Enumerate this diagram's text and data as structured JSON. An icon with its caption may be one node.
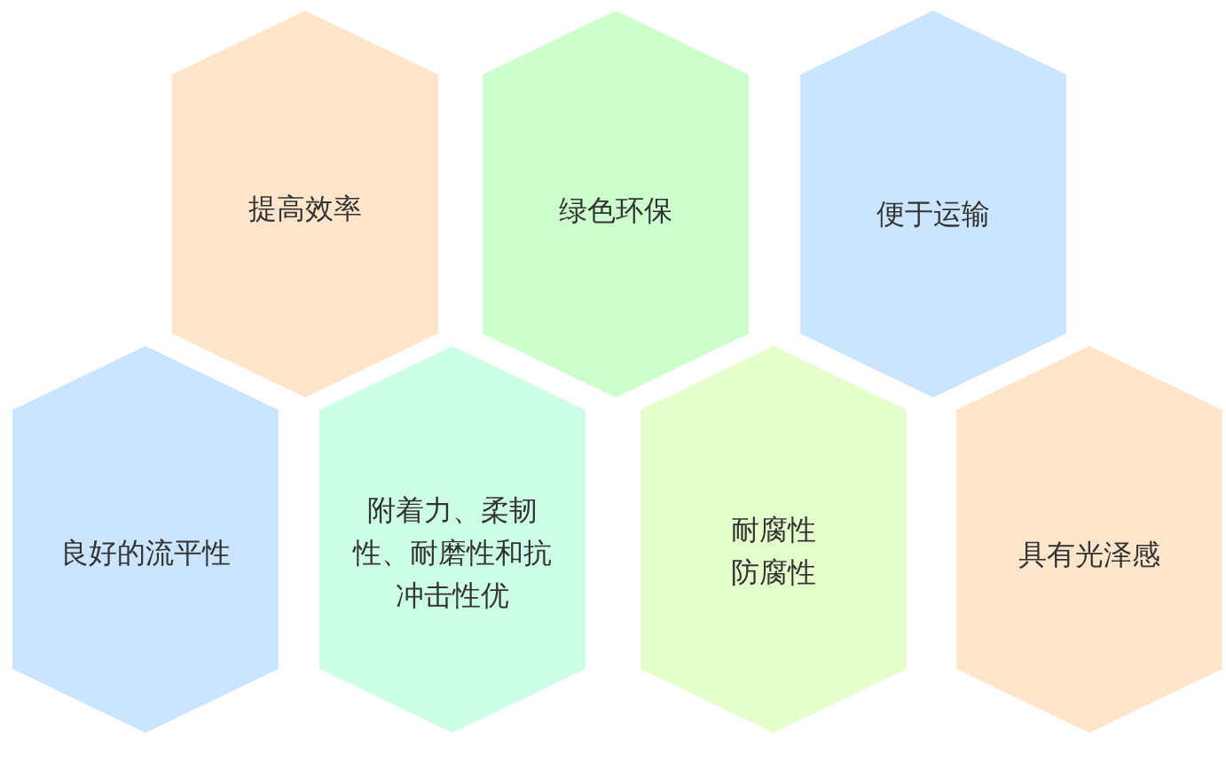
{
  "diagram": {
    "nodes": [
      {
        "text": [
          "提高效率"
        ]
      },
      {
        "text": [
          "绿色环保"
        ]
      },
      {
        "text": [
          "便于运输"
        ]
      },
      {
        "text": [
          "良好的流平性"
        ]
      },
      {
        "text": [
          "附着力、柔韧性、耐磨性和抗冲击性优"
        ]
      },
      {
        "text": [
          "耐腐性",
          "防腐性"
        ]
      },
      {
        "text": [
          "具有光泽感"
        ]
      }
    ]
  }
}
